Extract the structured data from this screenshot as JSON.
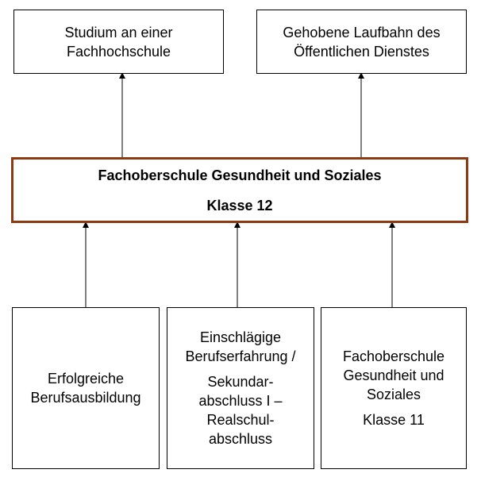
{
  "top": {
    "studium": [
      "Studium an einer",
      "Fachhochschule"
    ],
    "laufbahn": [
      "Gehobene Laufbahn des",
      "Öffentlichen Dienstes"
    ]
  },
  "middle": {
    "line1": "Fachoberschule Gesundheit und Soziales",
    "line2": "Klasse 12",
    "border_color": "#8b3a12"
  },
  "bottom": {
    "ausbildung": [
      "Erfolgreiche",
      "Berufsausbildung"
    ],
    "erfahrung": [
      "Einschlägige",
      "Berufserfahrung /",
      "Sekundar-",
      "abschluss I –",
      "Realschul-",
      "abschluss"
    ],
    "fos11": [
      "Fachoberschule",
      "Gesundheit und",
      "Soziales",
      "Klasse 11"
    ]
  }
}
